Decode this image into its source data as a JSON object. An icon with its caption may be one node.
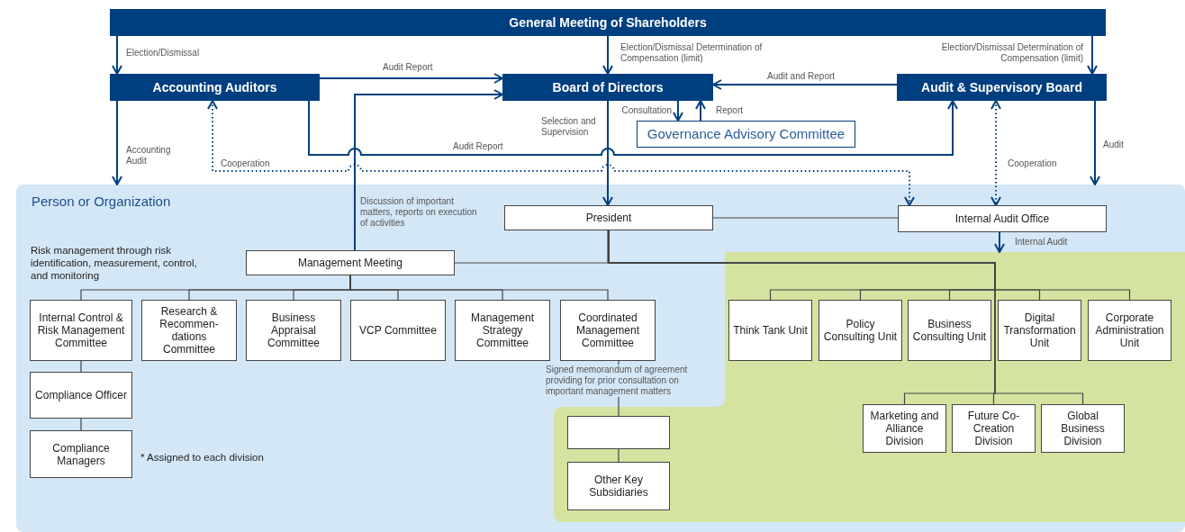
{
  "diagram": {
    "nodes": [
      {
        "text": [
          "General Meeting of Shareholders"
        ]
      },
      {
        "text": [
          "Accounting Auditors"
        ]
      },
      {
        "text": [
          "Board of Directors"
        ]
      },
      {
        "text": [
          "Audit & Supervisory Board"
        ]
      },
      {
        "text": [
          "Governance Advisory Committee"
        ]
      },
      {
        "text": [
          "Person or Organization"
        ]
      },
      {
        "text": [],
        "shape": "box",
        "in": 5
      },
      {
        "text": [
          "President"
        ],
        "in": 5
      },
      {
        "text": [
          "Internal Audit Office"
        ],
        "in": 5
      },
      {
        "text": [
          "Management Meeting"
        ],
        "in": 5
      },
      {
        "text": [
          "Internal Control & Risk Management Committee"
        ],
        "in": 5,
        "beside": [
          "Risk management through risk identification, measurement, control, and monitoring"
        ]
      },
      {
        "text": [
          "Research & Recommen-dations Committee"
        ],
        "in": 5
      },
      {
        "text": [
          "Business Appraisal Committee"
        ],
        "in": 5
      },
      {
        "text": [
          "VCP Committee"
        ],
        "in": 5
      },
      {
        "text": [
          "Management Strategy Committee"
        ],
        "in": 5
      },
      {
        "text": [
          "Coordinated Management Committee"
        ],
        "in": 5
      },
      {
        "text": [
          "Compliance Officer"
        ],
        "in": 5
      },
      {
        "text": [
          "Compliance Managers"
        ],
        "in": 5,
        "beside": [
          "* Assigned to each division"
        ]
      },
      {
        "text": [],
        "shape": "box",
        "in": 6
      },
      {
        "text": [
          "Other Key Subsidiaries"
        ],
        "in": 6
      },
      {
        "text": [
          "Think Tank Unit"
        ],
        "in": 6
      },
      {
        "text": [
          "Policy Consulting Unit"
        ],
        "in": 6
      },
      {
        "text": [
          "Business Consulting Unit"
        ],
        "in": 6
      },
      {
        "text": [
          "Digital Transformation Unit"
        ],
        "in": 6
      },
      {
        "text": [
          "Corporate Administration Unit"
        ],
        "in": 6
      },
      {
        "text": [
          "Marketing and Alliance Division"
        ],
        "in": 6
      },
      {
        "text": [
          "Future Co-Creation Division"
        ],
        "in": 6
      },
      {
        "text": [
          "Global Business Division"
        ],
        "in": 6
      }
    ],
    "edges": [
      {
        "from": 0,
        "to": 1,
        "arrow": "to",
        "label": "Election/Dismissal",
        "color": "#003f7f"
      },
      {
        "from": 0,
        "to": 2,
        "arrow": "to",
        "label": "Election/Dismissal Determination of Compensation (limit)",
        "color": "#003f7f"
      },
      {
        "from": 0,
        "to": 3,
        "arrow": "to",
        "label": "Election/Dismissal Determination of Compensation (limit)",
        "color": "#003f7f"
      },
      {
        "from": 1,
        "to": 2,
        "arrow": "to",
        "label": "Audit Report",
        "color": "#003f7f"
      },
      {
        "from": 3,
        "to": 2,
        "arrow": "to",
        "label": "Audit and Report",
        "color": "#003f7f"
      },
      {
        "from": 2,
        "to": 4,
        "arrow": "to",
        "label": "Consultation",
        "color": "#003f7f"
      },
      {
        "from": 4,
        "to": 2,
        "arrow": "to",
        "label": "Report",
        "color": "#003f7f"
      },
      {
        "from": 1,
        "to": 3,
        "arrow": "to",
        "label": "Audit Report",
        "color": "#003f7f"
      },
      {
        "from": 1,
        "to": 5,
        "arrow": "to",
        "label": "Accounting Audit",
        "color": "#003f7f"
      },
      {
        "from": 3,
        "to": 5,
        "arrow": "to",
        "label": "Audit",
        "color": "#003f7f"
      },
      {
        "from": 1,
        "to": 8,
        "arrow": "both",
        "label": "Cooperation",
        "style": "dashed",
        "color": "#003f7f"
      },
      {
        "from": 3,
        "to": 8,
        "arrow": "both",
        "label": "Cooperation",
        "style": "dashed",
        "color": "#003f7f"
      },
      {
        "from": 2,
        "to": 7,
        "arrow": "to",
        "label": "Selection and Supervision",
        "color": "#003f7f"
      },
      {
        "from": 9,
        "to": 2,
        "arrow": "to",
        "label": "Discussion of important matters, reports on execution of activities",
        "color": "#003f7f"
      },
      {
        "from": 7,
        "to": 8,
        "arrow": "none"
      },
      {
        "from": 7,
        "to": 9,
        "arrow": "none"
      },
      {
        "from": 7,
        "to": 20,
        "arrow": "none"
      },
      {
        "from": 7,
        "to": 21,
        "arrow": "none"
      },
      {
        "from": 7,
        "to": 22,
        "arrow": "none"
      },
      {
        "from": 7,
        "to": 23,
        "arrow": "none"
      },
      {
        "from": 7,
        "to": 24,
        "arrow": "none"
      },
      {
        "from": 7,
        "to": 25,
        "arrow": "none"
      },
      {
        "from": 7,
        "to": 26,
        "arrow": "none"
      },
      {
        "from": 7,
        "to": 27,
        "arrow": "none"
      },
      {
        "from": 9,
        "to": 10,
        "arrow": "none"
      },
      {
        "from": 9,
        "to": 11,
        "arrow": "none"
      },
      {
        "from": 9,
        "to": 12,
        "arrow": "none"
      },
      {
        "from": 9,
        "to": 13,
        "arrow": "none"
      },
      {
        "from": 9,
        "to": 14,
        "arrow": "none"
      },
      {
        "from": 9,
        "to": 15,
        "arrow": "none"
      },
      {
        "from": 10,
        "to": 16,
        "arrow": "none"
      },
      {
        "from": 16,
        "to": 17,
        "arrow": "none"
      },
      {
        "from": 15,
        "to": 18,
        "arrow": "none",
        "label": "Signed memorandum of agreement providing for prior consultation on important management matters"
      },
      {
        "from": 18,
        "to": 19,
        "arrow": "none"
      },
      {
        "from": 8,
        "to": 6,
        "arrow": "to",
        "label": "Internal Audit",
        "color": "#003f7f"
      }
    ]
  }
}
